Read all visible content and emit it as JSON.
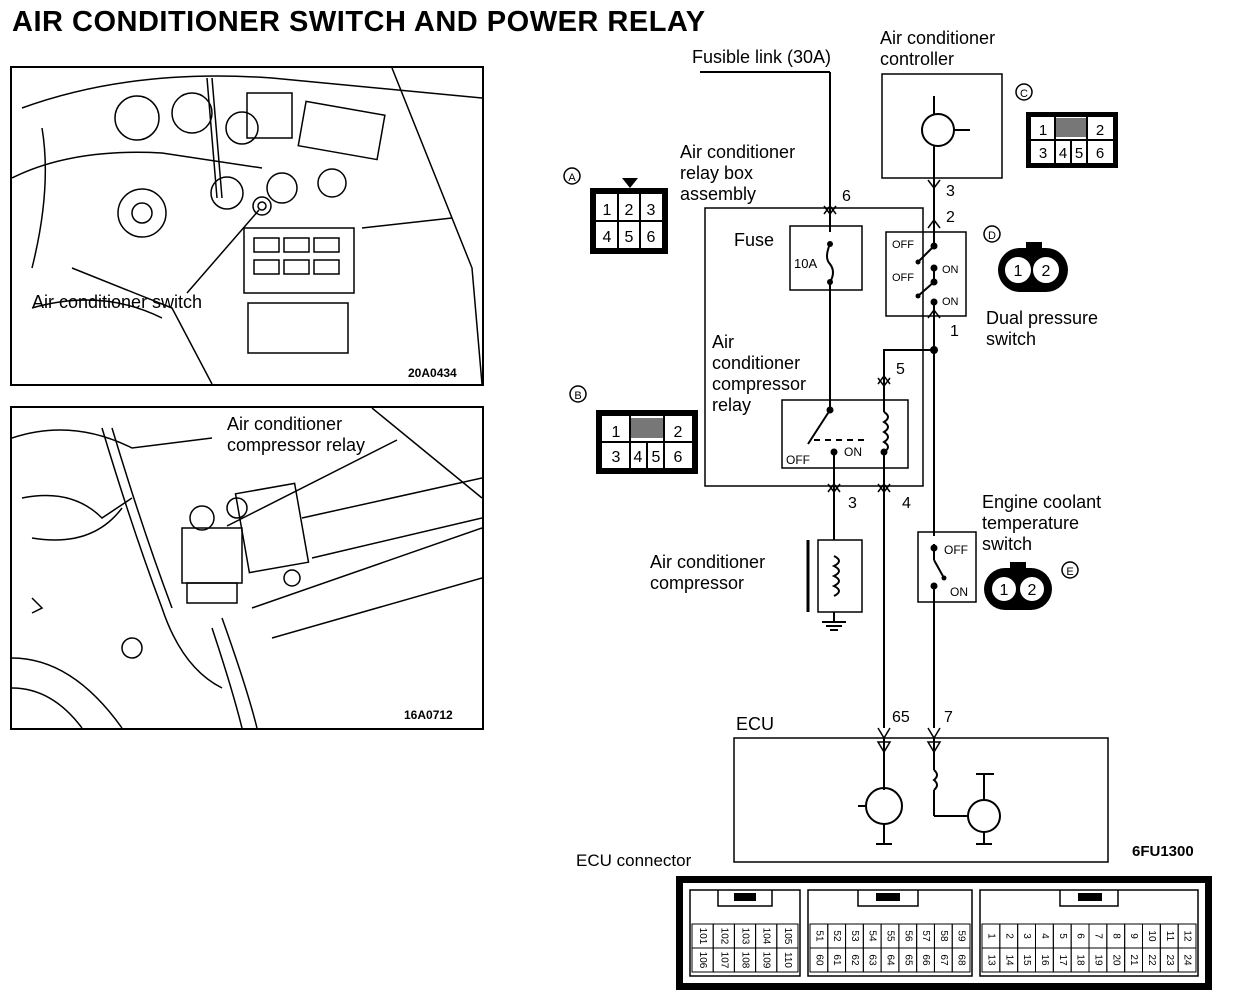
{
  "title": "AIR CONDITIONER SWITCH AND POWER RELAY",
  "figure_code": "6FU1300",
  "photos": {
    "switch": {
      "label": "Air conditioner switch",
      "code": "20A0434"
    },
    "relay": {
      "label_line1": "Air conditioner",
      "label_line2": "compressor relay",
      "code": "16A0712"
    }
  },
  "connectors": {
    "A": {
      "letter": "A",
      "pins": [
        "1",
        "2",
        "3",
        "4",
        "5",
        "6"
      ]
    },
    "B": {
      "letter": "B",
      "pins": [
        "1",
        "2",
        "3",
        "4",
        "5",
        "6"
      ]
    },
    "C": {
      "letter": "C",
      "pins": [
        "1",
        "2",
        "3",
        "4",
        "5",
        "6"
      ]
    },
    "D": {
      "letter": "D",
      "pins": [
        "1",
        "2"
      ]
    },
    "E": {
      "letter": "E",
      "pins": [
        "1",
        "2"
      ]
    }
  },
  "circuit": {
    "fusible_link": "Fusible link (30A)",
    "controller_l1": "Air conditioner",
    "controller_l2": "controller",
    "relay_box_l1": "Air conditioner",
    "relay_box_l2": "relay box",
    "relay_box_l3": "assembly",
    "fuse": "Fuse",
    "fuse_rating": "10A",
    "relay_l1": "Air",
    "relay_l2": "conditioner",
    "relay_l3": "compressor",
    "relay_l4": "relay",
    "dps_l1": "Dual pressure",
    "dps_l2": "switch",
    "ect_l1": "Engine coolant",
    "ect_l2": "temperature",
    "ect_l3": "switch",
    "compressor_l1": "Air conditioner",
    "compressor_l2": "compressor",
    "ecu": "ECU",
    "ecu_connector": "ECU connector",
    "off": "OFF",
    "on": "ON",
    "terminals": {
      "t6": "6",
      "t3c": "3",
      "t2": "2",
      "t1": "1",
      "t5": "5",
      "t3r": "3",
      "t4": "4",
      "t65": "65",
      "t7": "7"
    }
  },
  "ecu_connector_pins": {
    "block1": {
      "top": [
        "101",
        "102",
        "103",
        "104",
        "105"
      ],
      "bottom": [
        "106",
        "107",
        "108",
        "109",
        "110"
      ]
    },
    "block2": {
      "top": [
        "51",
        "52",
        "53",
        "54",
        "55",
        "56",
        "57",
        "58",
        "59"
      ],
      "bottom": [
        "60",
        "61",
        "62",
        "63",
        "64",
        "65",
        "66",
        "67",
        "68"
      ]
    },
    "block3": {
      "top": [
        "1",
        "2",
        "3",
        "4",
        "5",
        "6",
        "7",
        "8",
        "9",
        "10",
        "11",
        "12"
      ],
      "bottom": [
        "13",
        "14",
        "15",
        "16",
        "17",
        "18",
        "19",
        "20",
        "21",
        "22",
        "23",
        "24"
      ]
    }
  }
}
